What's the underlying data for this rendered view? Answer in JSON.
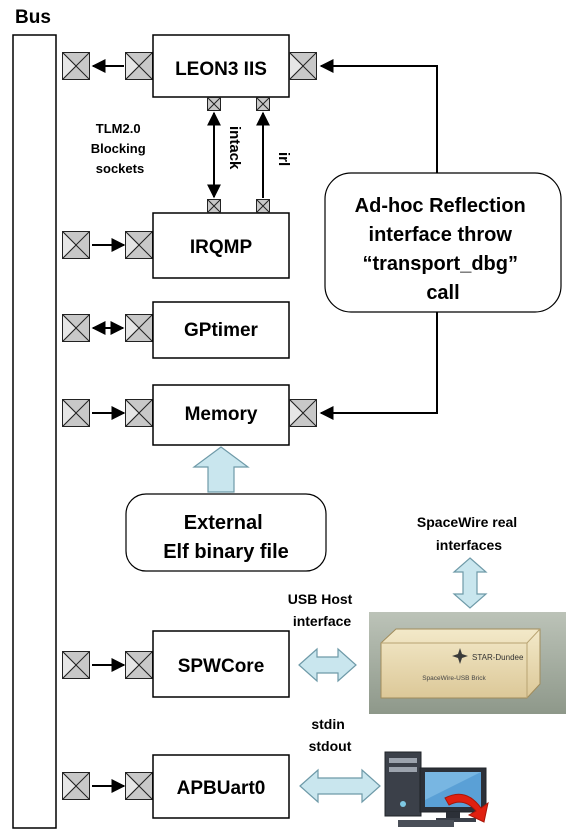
{
  "bus_label": "Bus",
  "socket_label": [
    "TLM2.0",
    "Blocking",
    "sockets"
  ],
  "modules": {
    "leon3": "LEON3 IIS",
    "irqmp": "IRQMP",
    "gptimer": "GPtimer",
    "memory": "Memory",
    "spwcore": "SPWCore",
    "apbuart": "APBUart0"
  },
  "signals": {
    "intack": "intack",
    "irl": "irl"
  },
  "reflection_note": [
    "Ad-hoc Reflection",
    "interface throw",
    "“transport_dbg”",
    "call"
  ],
  "elf_note": [
    "External",
    "Elf binary file"
  ],
  "spacewire_label": [
    "SpaceWire real",
    "interfaces"
  ],
  "usb_label": [
    "USB Host",
    "interface"
  ],
  "stdio_label": [
    "stdin",
    "stdout"
  ],
  "device": {
    "brand": "STAR-Dundee",
    "model": "SpaceWire-USB Brick"
  },
  "colors": {
    "socket_fill": "#c8c8c8",
    "block_arrow_fill": "#c9e6ee",
    "block_arrow_stroke": "#6e9aa8",
    "brick_fill": "#eadbb5",
    "wall_fill": "#a8b1a4",
    "undo_arrow": "#e02010"
  },
  "icons": [
    "computer-icon",
    "undo-arrow-icon",
    "spacewire-brick-image"
  ]
}
